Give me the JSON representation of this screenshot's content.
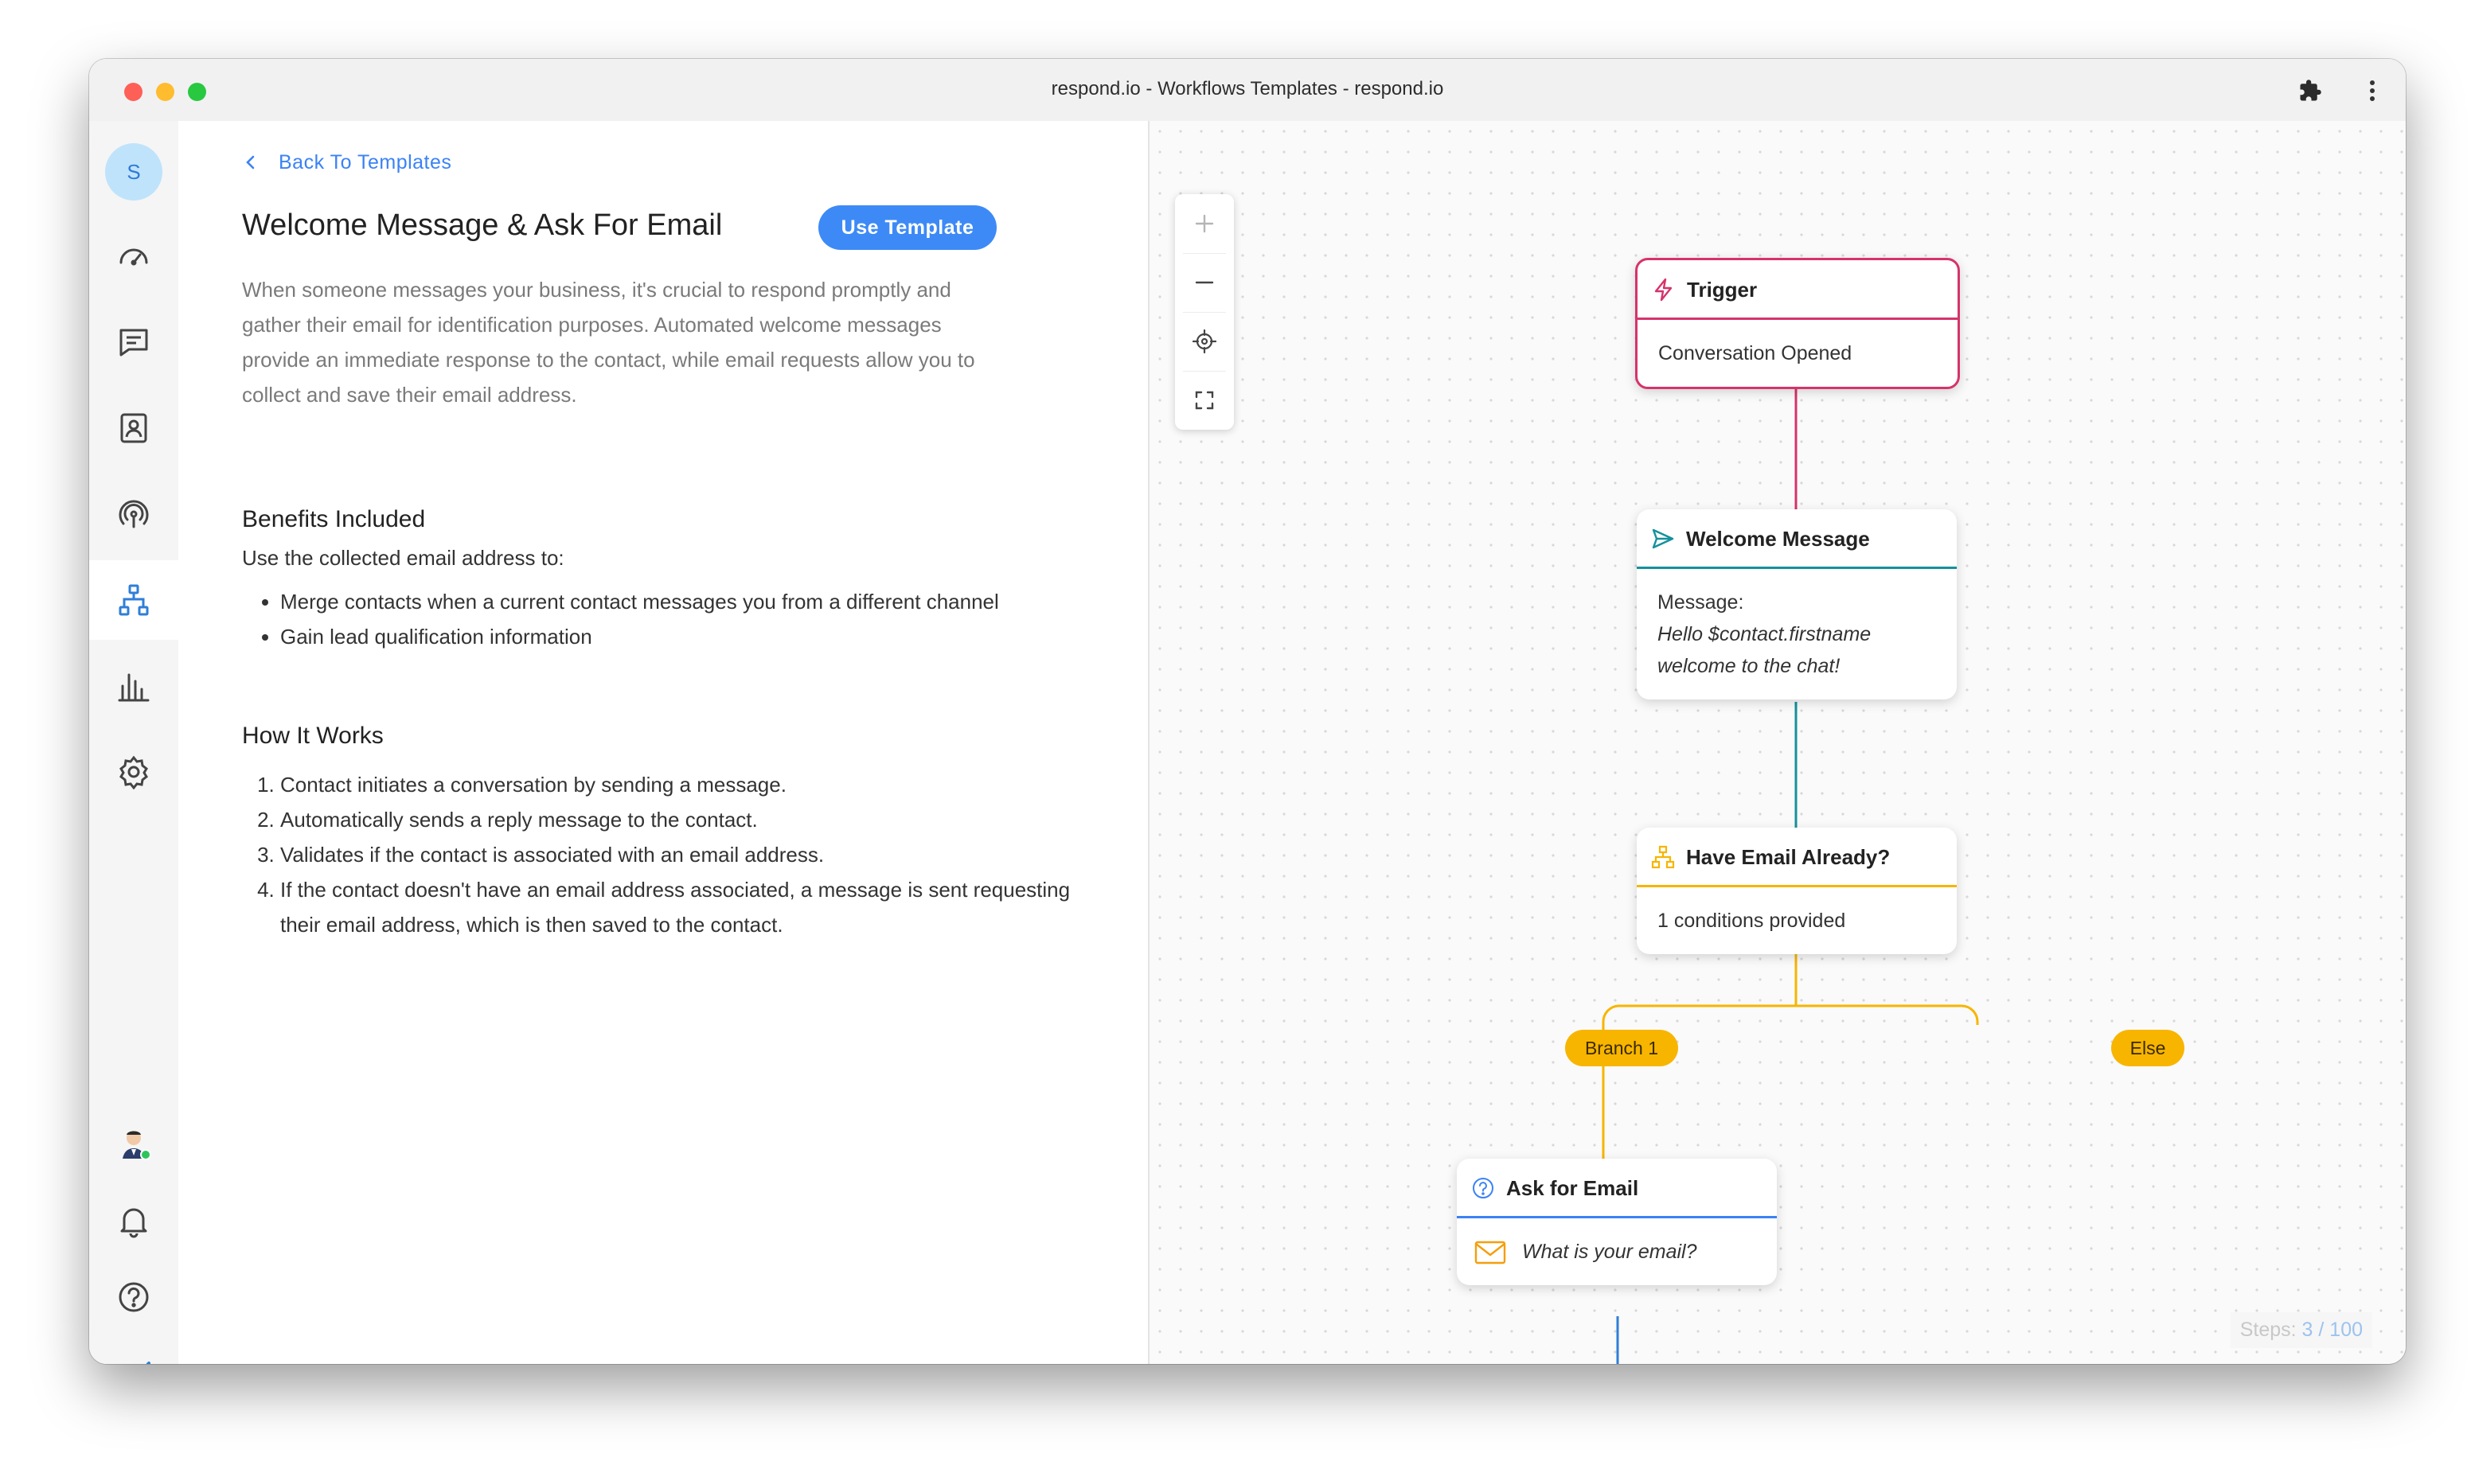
{
  "window": {
    "title": "respond.io - Workflows Templates - respond.io"
  },
  "rail": {
    "avatar_initial": "S",
    "items": [
      {
        "icon": "dashboard-gauge-icon"
      },
      {
        "icon": "messages-icon"
      },
      {
        "icon": "contacts-icon"
      },
      {
        "icon": "broadcast-icon"
      },
      {
        "icon": "workflows-icon",
        "active": true
      },
      {
        "icon": "reports-icon"
      },
      {
        "icon": "settings-gear-icon"
      }
    ],
    "bottom": [
      {
        "icon": "user-avatar-icon"
      },
      {
        "icon": "bell-icon"
      },
      {
        "icon": "help-icon"
      },
      {
        "icon": "respond-logo-icon"
      }
    ]
  },
  "panel": {
    "back_label": "Back To Templates",
    "title": "Welcome Message & Ask For Email",
    "use_template_label": "Use Template",
    "description": "When someone messages your business, it's crucial to respond promptly and gather their email for identification purposes. Automated welcome messages provide an immediate response to the contact, while email requests allow you to collect and save their email address.",
    "benefits_heading": "Benefits Included",
    "benefits_intro": "Use the collected email address to:",
    "benefits": [
      "Merge contacts when a current contact messages you from a different channel",
      "Gain lead qualification information"
    ],
    "how_heading": "How It Works",
    "steps": [
      "Contact initiates a conversation by sending a message.",
      "Automatically sends a reply message to the contact.",
      "Validates if the contact is associated with an email address.",
      "If the contact doesn't have an email address associated, a message is sent requesting their email address, which is then saved to the contact."
    ]
  },
  "workflow": {
    "trigger": {
      "title": "Trigger",
      "body": "Conversation Opened",
      "color": "#d6336c"
    },
    "welcome": {
      "title": "Welcome Message",
      "label": "Message:",
      "message_line1": "Hello $contact.firstname",
      "message_line2": "welcome to the chat!",
      "color": "#14919b"
    },
    "condition": {
      "title": "Have Email Already?",
      "body": "1 conditions provided",
      "color": "#f7b500"
    },
    "branches": [
      "Branch 1",
      "Else"
    ],
    "ask": {
      "title": "Ask for Email",
      "body": "What is your email?",
      "color": "#3b82f6"
    },
    "steps_label": "Steps:",
    "steps_value": "3 / 100"
  }
}
